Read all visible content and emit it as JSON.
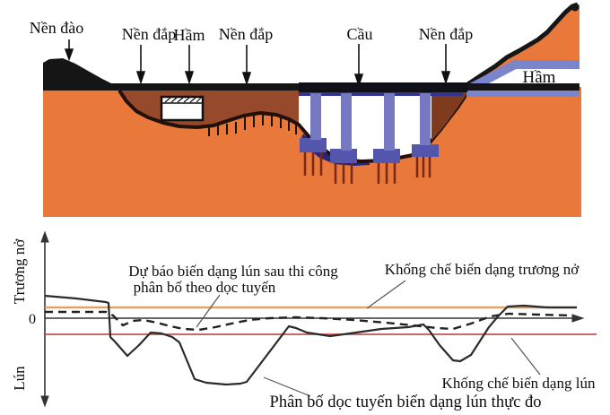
{
  "figure": {
    "section_labels": {
      "nen_dao": "Nền đào",
      "nen_dap_1": "Nền đắp",
      "ham_1": "Hầm",
      "nen_dap_2": "Nền đắp",
      "cau": "Cầu",
      "nen_dap_3": "Nền đắp",
      "ham_2": "Hầm"
    },
    "colors": {
      "ground_orange": "#E8793A",
      "fill_brown": "#96492B",
      "abutment_brown": "#7E3B1E",
      "pier_blue": "#7678C2",
      "footing_blue": "#5456AE",
      "water_navy": "#26267A",
      "pile_red": "#7A2817",
      "tunnel_blue": "#7B85CC",
      "road_black": "#141414",
      "deck_navy": "#34348C"
    }
  },
  "chart": {
    "y_axis_positive_label": "Trương nở",
    "y_axis_negative_label": "Lún",
    "origin_label": "0",
    "annotation_predicted_line1": "Dự báo biến dạng lún sau thi công",
    "annotation_predicted_line2": "phân bố theo dọc tuyến",
    "annotation_swell_limit": "Khống chế biến dạng trương nở",
    "annotation_settlement_limit": "Khống chế biến dạng lún",
    "annotation_measured": "Phân bố dọc tuyến biến dạng lún thực đo"
  },
  "chart_data": {
    "type": "line",
    "y_axis": {
      "positive": "Trương nở",
      "negative": "Lún",
      "origin": "0"
    },
    "zero_axis_y": 100,
    "ref_lines": [
      {
        "id": "swell-limit-line",
        "label": "Khống chế biến dạng trương nở",
        "color": "#E2A368",
        "width": 2.4,
        "y": 88,
        "x1": 50,
        "x2": 643
      },
      {
        "id": "settlement-limit-line",
        "label": "Khống chế biến dạng lún",
        "color": "#C05555",
        "width": 1.8,
        "y": 118,
        "x1": 50,
        "x2": 665
      }
    ],
    "series": [
      {
        "id": "measured-settlement-curve",
        "label": "Phân bố dọc tuyến biến dạng lún thực đo",
        "style": "solid",
        "color": "#2B2B2B",
        "width": 2.2,
        "px": [
          [
            50,
            75
          ],
          [
            85,
            78
          ],
          [
            118,
            82
          ],
          [
            121,
            83
          ],
          [
            123,
            121
          ],
          [
            128,
            126
          ],
          [
            142,
            142
          ],
          [
            155,
            130
          ],
          [
            168,
            116
          ],
          [
            180,
            117
          ],
          [
            192,
            121
          ],
          [
            200,
            127
          ],
          [
            217,
            168
          ],
          [
            230,
            172
          ],
          [
            252,
            174
          ],
          [
            268,
            173
          ],
          [
            275,
            171
          ],
          [
            322,
            109
          ],
          [
            330,
            111
          ],
          [
            342,
            116
          ],
          [
            355,
            118
          ],
          [
            368,
            120
          ],
          [
            390,
            117
          ],
          [
            425,
            112
          ],
          [
            455,
            110
          ],
          [
            472,
            107
          ],
          [
            478,
            113
          ],
          [
            490,
            130
          ],
          [
            505,
            147
          ],
          [
            513,
            148
          ],
          [
            525,
            141
          ],
          [
            545,
            110
          ],
          [
            556,
            97
          ],
          [
            566,
            87
          ],
          [
            584,
            86
          ],
          [
            610,
            88
          ],
          [
            643,
            88
          ]
        ]
      },
      {
        "id": "predicted-settlement-curve",
        "label": "Dự báo biến dạng lún sau thi công phân bố theo dọc tuyến",
        "style": "dashed",
        "color": "#222222",
        "width": 2.4,
        "dash": "9 6",
        "px": [
          [
            50,
            93
          ],
          [
            118,
            93
          ],
          [
            126,
            97
          ],
          [
            137,
            108
          ],
          [
            148,
            103
          ],
          [
            160,
            102
          ],
          [
            175,
            105
          ],
          [
            190,
            109
          ],
          [
            205,
            112
          ],
          [
            222,
            113
          ],
          [
            240,
            110
          ],
          [
            258,
            106
          ],
          [
            278,
            102
          ],
          [
            300,
            100
          ],
          [
            330,
            99
          ],
          [
            360,
            100
          ],
          [
            395,
            102
          ],
          [
            430,
            105
          ],
          [
            460,
            108
          ],
          [
            487,
            111
          ],
          [
            505,
            112
          ],
          [
            525,
            106
          ],
          [
            547,
            98
          ],
          [
            567,
            95
          ],
          [
            600,
            96
          ],
          [
            638,
            97
          ]
        ]
      }
    ]
  }
}
